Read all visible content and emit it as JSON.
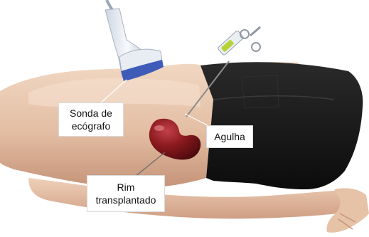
{
  "labels": {
    "probe": [
      "Sonda de",
      "ecógrafo"
    ],
    "needle": "Agulha",
    "kidney": [
      "Rim",
      "transplantado"
    ]
  },
  "colors": {
    "skin": "#e7c6ad",
    "skin_shadow": "#c99c80",
    "shorts": "#141414",
    "kidney": "#7d1418",
    "probe_body": "#e9eef5",
    "probe_base": "#3f5bb8",
    "syringe_liquid": "#b5d334",
    "label_border": "#d9d9d9"
  }
}
